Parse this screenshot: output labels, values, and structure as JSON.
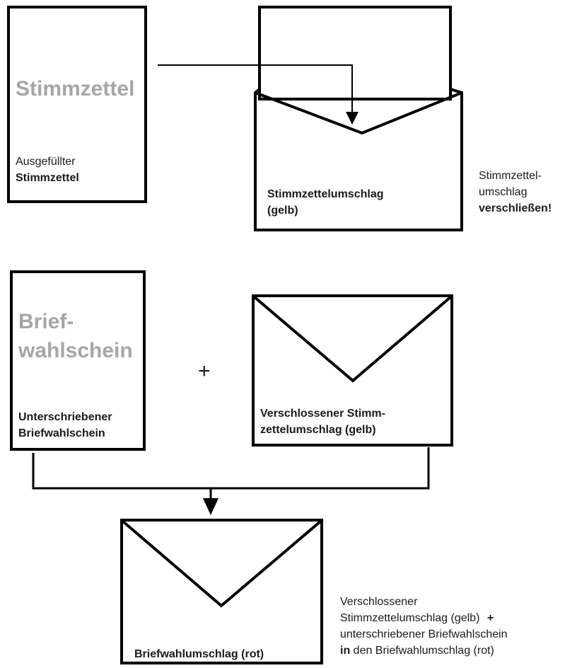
{
  "colors": {
    "stroke": "#000000",
    "title_gray": "#a6a6a6",
    "text": "#1a1a1a"
  },
  "ballot": {
    "title": "Stimmzettel",
    "caption_line1": "Ausgefüllter",
    "caption_line2": "Stimmzettel"
  },
  "ballot_envelope": {
    "label_line1": "Stimmzettelumschlag",
    "label_line2": "(gelb)"
  },
  "seal_note": {
    "line1": "Stimmzettel-",
    "line2": "umschlag",
    "line3": "verschließen!"
  },
  "voting_certificate": {
    "title_line1": "Brief-",
    "title_line2": "wahlschein",
    "caption_line1": "Unterschriebener",
    "caption_line2": "Briefwahlschein"
  },
  "plus_sign": "+",
  "sealed_envelope": {
    "label_line1": "Verschlossener Stimm-",
    "label_line2": "zettelumschlag (gelb)"
  },
  "return_envelope": {
    "label": "Briefwahlumschlag (rot)"
  },
  "final_note": {
    "line1": "Verschlossener",
    "line2_text": "Stimmzettelumschlag (gelb)",
    "line2_plus": "+",
    "line3": "unterschriebener Briefwahlschein",
    "line4_bold": "in",
    "line4_rest": " den Briefwahlumschlag (rot)"
  }
}
